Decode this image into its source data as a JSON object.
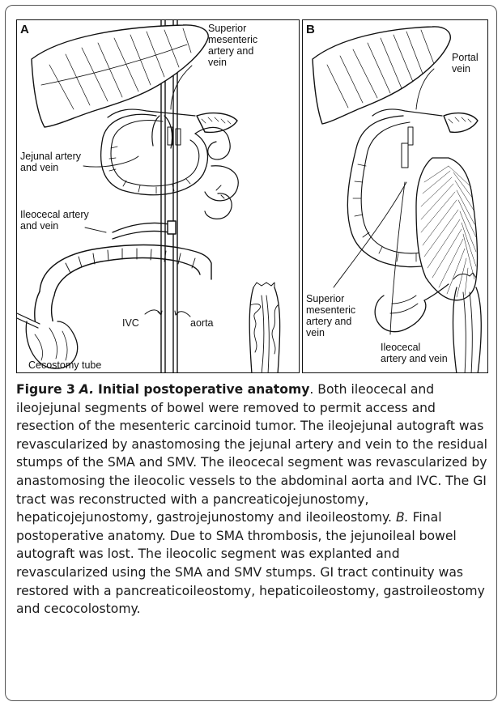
{
  "figure": {
    "panel_a": {
      "letter": "A",
      "labels": {
        "sma_l1": "Superior",
        "sma_l2": "mesenteric",
        "sma_l3": "artery and",
        "sma_l4": "vein",
        "jej_l1": "Jejunal artery",
        "jej_l2": "and vein",
        "ileo_l1": "Ileocecal artery",
        "ileo_l2": "and vein",
        "ivc": "IVC",
        "aorta": "aorta",
        "cecostomy": "Cecostomy tube"
      }
    },
    "panel_b": {
      "letter": "B",
      "labels": {
        "portal_l1": "Portal",
        "portal_l2": "vein",
        "sma_l1": "Superior",
        "sma_l2": "mesenteric",
        "sma_l3": "artery and",
        "sma_l4": "vein",
        "ileo_l1": "Ileocecal",
        "ileo_l2": "artery and vein"
      }
    }
  },
  "caption": {
    "figure_label": "Figure 3",
    "a_marker": "A.",
    "a_title": "Initial postoperative anatomy",
    "a_text": ". Both ileocecal and ileojejunal segments of bowel were removed to permit access and resection of the mesenteric carcinoid tumor. The ileojejunal autograft was revascularized by anastomosing the jejunal artery and vein to the residual stumps of the SMA and SMV. The ileocecal segment was revascularized by anastomosing the ileocolic vessels to the abdominal aorta and IVC. The GI tract was reconstructed with a pancreaticojejunostomy, hepaticojejunostomy, gastrojejunostomy and ileoileostomy. ",
    "b_marker": "B.",
    "b_text": " Final postoperative anatomy. Due to SMA thrombosis, the jejunoileal bowel autograft was lost. The ileocolic segment was explanted and revascularized using the SMA and SMV stumps. GI tract continuity was restored with a pancreaticoileostomy, hepaticoileostomy, gastroileostomy and cecocolostomy."
  }
}
